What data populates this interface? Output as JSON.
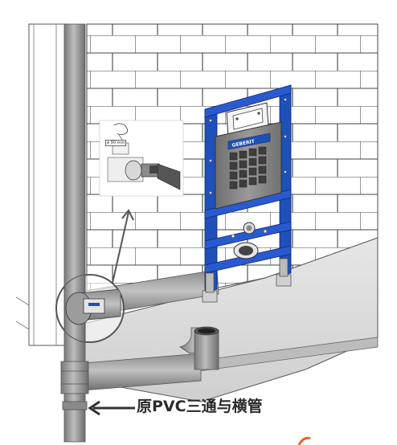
{
  "caption": "原PVC三通与横管",
  "brand": "GEBERIT",
  "inset_dimension_label": "ø 90 mm",
  "colors": {
    "frame_blue": "#1f4fb8",
    "cistern_grey": "#8b8b8b",
    "pipe_grey": "#9a9a9a",
    "brick_line": "#3a3a3a",
    "callout_orange": "#e8641e"
  }
}
